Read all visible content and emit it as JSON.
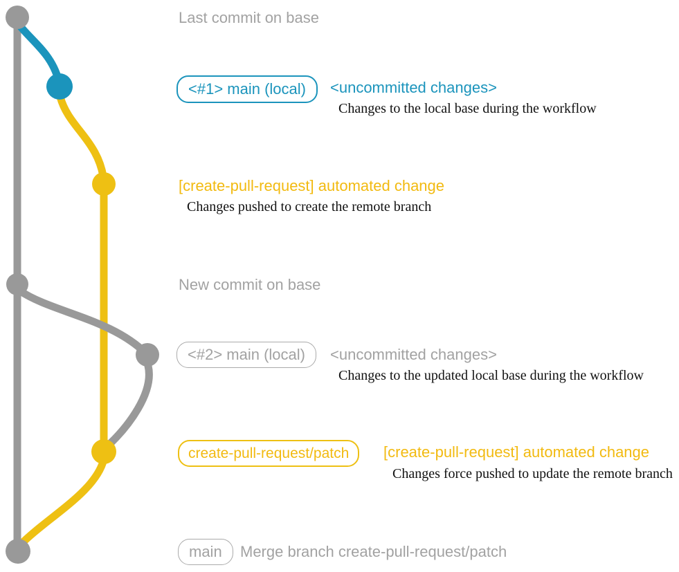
{
  "colors": {
    "gray_line": "#999999",
    "gray_text": "#a2a2a2",
    "gray_border": "#aaaaaa",
    "blue": "#1b94bc",
    "yellow": "#eec013",
    "yellow_text": "#f2ba10"
  },
  "graph": {
    "commits": [
      "last-commit-on-base",
      "local-main-1",
      "automated-change-1",
      "new-commit-on-base",
      "local-main-2",
      "automated-change-2",
      "merge-commit"
    ]
  },
  "annotations": {
    "heading_top": "Last commit on base",
    "heading_mid": "New commit on base",
    "row1": {
      "badge": "<#1> main (local)",
      "title": "<uncommitted changes>",
      "desc": "Changes to the local base during the workflow"
    },
    "row2": {
      "title": "[create-pull-request] automated change",
      "desc": "Changes pushed to create the remote branch"
    },
    "row3": {
      "badge": "<#2> main (local)",
      "title": "<uncommitted changes>",
      "desc": "Changes to the updated local base during the workflow"
    },
    "row4": {
      "badge": "create-pull-request/patch",
      "title": "[create-pull-request] automated change",
      "desc": "Changes force pushed to update the remote branch"
    },
    "row5": {
      "badge": "main",
      "title": "Merge branch create-pull-request/patch"
    }
  }
}
